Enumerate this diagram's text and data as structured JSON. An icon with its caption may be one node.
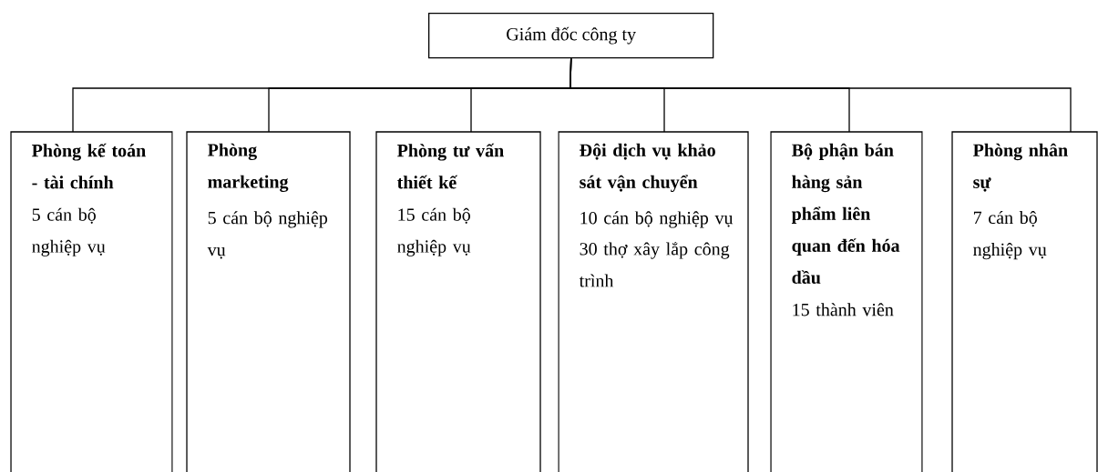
{
  "diagram": {
    "nodes": [
      {
        "text": [
          "Giám đốc công ty"
        ]
      },
      {
        "text": [
          "Phòng kế toán - tài chính",
          "5 cán bộ nghiệp vụ"
        ]
      },
      {
        "text": [
          "Phòng marketing",
          "5 cán bộ nghiệp vụ"
        ]
      },
      {
        "text": [
          "Phòng tư vấn thiết kế",
          "15 cán bộ nghiệp vụ"
        ]
      },
      {
        "text": [
          "Đội dịch vụ khảo sát vận chuyển",
          "10 cán bộ nghiệp vụ",
          "30 thợ xây lắp công trình"
        ]
      },
      {
        "text": [
          "Bộ phận bán hàng sản phẩm liên quan đến hóa dầu",
          "15 thành viên"
        ]
      },
      {
        "text": [
          "Phòng nhân sự",
          "7 cán bộ nghiệp vụ"
        ]
      }
    ],
    "edges": [
      {
        "from": 0,
        "to": 1,
        "arrow": "none"
      },
      {
        "from": 0,
        "to": 2,
        "arrow": "none"
      },
      {
        "from": 0,
        "to": 3,
        "arrow": "none"
      },
      {
        "from": 0,
        "to": 4,
        "arrow": "none"
      },
      {
        "from": 0,
        "to": 5,
        "arrow": "none"
      },
      {
        "from": 0,
        "to": 6,
        "arrow": "none"
      }
    ]
  }
}
